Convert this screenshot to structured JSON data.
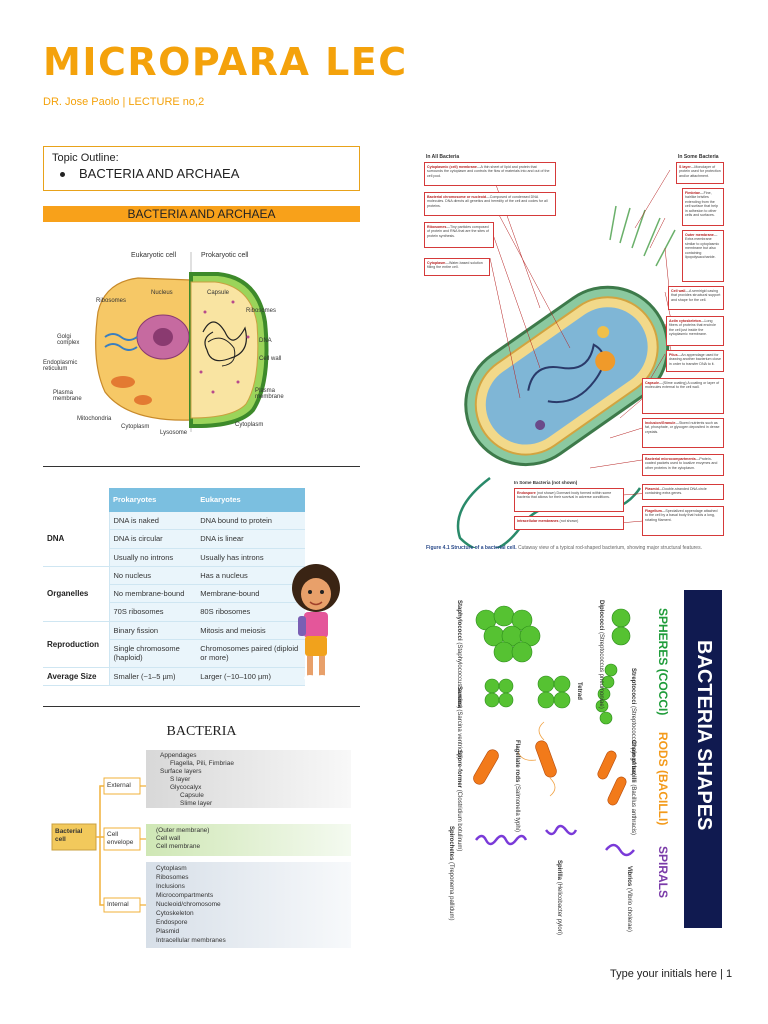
{
  "header": {
    "title": "MICROPARA LEC",
    "subtitle": "DR. Jose Paolo | LECTURE no,2"
  },
  "outline": {
    "heading": "Topic Outline:",
    "item": "BACTERIA AND ARCHAEA"
  },
  "section": {
    "label": "BACTERIA AND ARCHAEA"
  },
  "cells_figure": {
    "eukaryotic": "Eukaryotic cell",
    "prokaryotic": "Prokaryotic cell",
    "labels_left": [
      "Ribosomes",
      "Nucleus",
      "Golgi complex",
      "Endoplasmic reticulum",
      "Plasma membrane",
      "Mitochondria",
      "Cytoplasm",
      "Lysosome"
    ],
    "labels_right": [
      "Capsule",
      "Ribosomes",
      "DNA",
      "Cell wall",
      "Plasma membrane",
      "Cytoplasm"
    ]
  },
  "comparison": {
    "headers": [
      "",
      "Prokaryotes",
      "Eukaryotes"
    ],
    "groups": [
      {
        "name": "DNA",
        "rows": [
          [
            "DNA is naked",
            "DNA bound to protein"
          ],
          [
            "DNA is circular",
            "DNA is linear"
          ],
          [
            "Usually no introns",
            "Usually has introns"
          ]
        ]
      },
      {
        "name": "Organelles",
        "rows": [
          [
            "No nucleus",
            "Has a nucleus"
          ],
          [
            "No membrane-bound",
            "Membrane-bound"
          ],
          [
            "70S ribosomes",
            "80S ribosomes"
          ]
        ]
      },
      {
        "name": "Reproduction",
        "rows": [
          [
            "Binary fission",
            "Mitosis and meiosis"
          ],
          [
            "Single chromosome (haploid)",
            "Chromosomes paired (diploid or more)"
          ]
        ]
      },
      {
        "name": "Average Size",
        "rows": [
          [
            "Smaller (~1–5 µm)",
            "Larger (~10–100 µm)"
          ]
        ]
      }
    ]
  },
  "bacteria_section": {
    "title": "BACTERIA",
    "root": "Bacterial cell",
    "branches": [
      {
        "name": "External",
        "items": [
          "Appendages",
          "Flagella, Pili, Fimbriae",
          "Surface layers",
          "S layer",
          "Glycocalyx",
          "Capsule",
          "Slime layer"
        ]
      },
      {
        "name": "Cell envelope",
        "items": [
          "(Outer membrane)",
          "Cell wall",
          "Cell membrane"
        ]
      },
      {
        "name": "Internal",
        "items": [
          "Cytoplasm",
          "Ribosomes",
          "Inclusions",
          "Microcompartments",
          "Nucleoid/chromosome",
          "Cytoskeleton",
          "Endospore",
          "Plasmid",
          "Intracellular membranes"
        ]
      }
    ]
  },
  "bacterial_cell_figure": {
    "all_title": "In All Bacteria",
    "some_title": "In Some Bacteria",
    "left_boxes": [
      {
        "h": "Cytoplasmic (cell) membrane",
        "t": "A thin sheet of lipid and protein that surrounds the cytoplasm and controls the flow of materials into and out of the cell pool."
      },
      {
        "h": "Bacterial chromosome or nucleoid",
        "t": "Composed of condensed DNA molecules. DNA directs all genetics and heredity of the cell and codes for all proteins."
      },
      {
        "h": "Ribosomes",
        "t": "Tiny particles composed of protein and RNA that are the sites of protein synthesis."
      },
      {
        "h": "Cytoplasm",
        "t": "Water-based solution filling the entire cell."
      }
    ],
    "right_boxes": [
      {
        "h": "S layer",
        "t": "Monolayer of protein used for protection and/or attachment."
      },
      {
        "h": "Fimbriae",
        "t": "Fine, hairlike bristles extending from the cell surface that help in adhesion to other cells and surfaces."
      },
      {
        "h": "Outer membrane",
        "t": "Extra membrane similar to cytoplasmic membrane but also containing lipopolysaccharide."
      },
      {
        "h": "Cell wall",
        "t": "A semirigid casing that provides structural support and shape for the cell."
      },
      {
        "h": "Actin cytoskeleton",
        "t": "Long fibers of proteins that encircle the cell just inside the cytoplasmic membrane."
      },
      {
        "h": "Pilus",
        "t": "An appendage used for drawing another bacterium close in order to transfer DNA to it."
      },
      {
        "h": "Capsule",
        "t": "(Slime coating) A coating or layer of molecules external to the cell wall."
      },
      {
        "h": "Inclusion/Granule",
        "t": "Stored nutrients such as fat, phosphate, or glycogen deposited in dense crystals."
      },
      {
        "h": "Bacterial microcompartments",
        "t": "Protein-coated packets used to localize enzymes and other proteins in the cytoplasm."
      },
      {
        "h": "Plasmid",
        "t": "Double-stranded DNA circle containing extra genes."
      },
      {
        "h": "Flagellum",
        "t": "Specialized appendage attached to the cell by a basal body that holds a long, rotating filament."
      }
    ],
    "some_not_shown": "In Some Bacteria (not shown)",
    "bottom_boxes": [
      {
        "h": "Endospore",
        "t": "(not shown) Dormant body formed within some bacteria that allows for their survival in adverse conditions."
      },
      {
        "h": "Intracellular membranes",
        "t": "(not shown)"
      }
    ],
    "caption_bold": "Figure 4.1  Structure of a bacterial cell.",
    "caption": "Cutaway view of a typical rod-shaped bacterium, showing major structural features."
  },
  "shapes_figure": {
    "banner": "BACTERIA SHAPES",
    "groups": [
      "SPHERES (COCCI)",
      "RODS (BACILLI)",
      "SPIRALS"
    ],
    "labels": [
      {
        "n": "Diplococci",
        "s": "(Streptococcus pneumoniae)"
      },
      {
        "n": "Staphylococci",
        "s": "(Staphylococcus aureus)"
      },
      {
        "n": "Streptococci",
        "s": "(Streptococcus pyogenes)"
      },
      {
        "n": "Tetrad",
        "s": ""
      },
      {
        "n": "Sarcina",
        "s": "(Sarcina ventriculi)"
      },
      {
        "n": "Chain of bacilli",
        "s": "(Bacillus anthracis)"
      },
      {
        "n": "Flagellate rods",
        "s": "(Salmonella typhi)"
      },
      {
        "n": "Spore-former",
        "s": "(Clostridium botulinum)"
      },
      {
        "n": "Vibrios",
        "s": "(Vibrio cholerae)"
      },
      {
        "n": "Spirilla",
        "s": "(Helicobacter pylori)"
      },
      {
        "n": "Spirochetes",
        "s": "(Treponema pallidum)"
      }
    ]
  },
  "footer": {
    "text": "Type your initials here | 1"
  },
  "colors": {
    "accent": "#f4a20b",
    "table_header": "#7bbfe0",
    "banner": "#101a50"
  }
}
